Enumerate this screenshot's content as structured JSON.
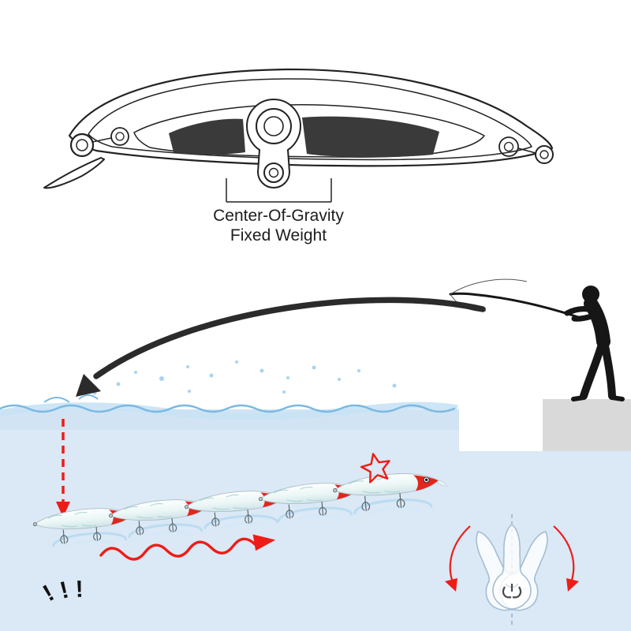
{
  "diagram": {
    "label_line1": "Center-Of-Gravity",
    "label_line2": "Fixed Weight"
  },
  "scene": {
    "exclamation": "!",
    "colors": {
      "water": "#dbe8f6",
      "waveband": "#cfe2f2",
      "wavesoft": "#c8e2f5",
      "wave": "#7ab9e2",
      "ripple": "#badcf2",
      "red": "#ee1c16",
      "swoosh": "#2b2b2b",
      "ink": "#161616",
      "lurehead": "#e2261d",
      "weight": "#3a3a3a",
      "platform": "#d9d9d9",
      "outline": "#a4bdd2",
      "line": "#222222"
    },
    "icons": {
      "lure-cross-section": "svg-line-drawing",
      "fisherman-silhouette": "svg-silhouette",
      "cast-trajectory-arrow": "svg-curved-arrow",
      "sink-arrow": "svg-dashed-arrow",
      "swim-wave-arrow": "svg-wave-arrow",
      "strike-star": "svg-burst-star",
      "minnow-lure": "svg-shape",
      "wobble-action-diagram": "svg-line-drawing"
    }
  }
}
